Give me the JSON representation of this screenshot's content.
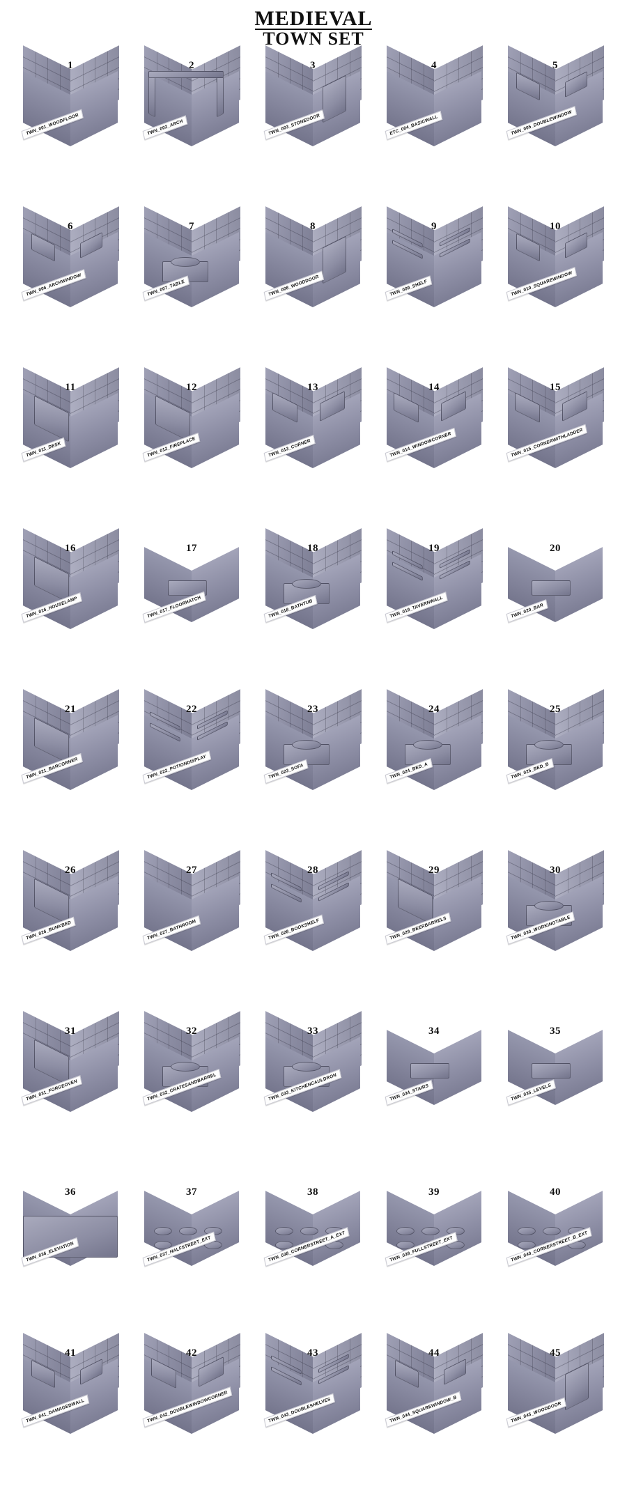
{
  "header": {
    "title_line1": "Medieval",
    "title_line2": "Town Set"
  },
  "theme": {
    "background": "#ffffff",
    "text": "#111111",
    "model_light": "#b3b4c6",
    "model_mid": "#8b8ca2",
    "model_dark": "#6d6e85",
    "label_bg": "#fdfdfd",
    "label_border": "#c9c9d2"
  },
  "catalog": {
    "columns": 5,
    "rows": 9,
    "total_items": 45,
    "items": [
      {
        "number": "1",
        "code": "TWN_001_WOODFLOOR",
        "kind": "floor"
      },
      {
        "number": "2",
        "code": "TWN_002_ARCH",
        "kind": "arch"
      },
      {
        "number": "3",
        "code": "TWN_003_STONEDOOR",
        "kind": "door"
      },
      {
        "number": "4",
        "code": "ETC_004_BASICWALL",
        "kind": "wall"
      },
      {
        "number": "5",
        "code": "TWN_005_DOUBLEWINDOW",
        "kind": "window"
      },
      {
        "number": "6",
        "code": "TWN_006_ARCHWINDOW",
        "kind": "window"
      },
      {
        "number": "7",
        "code": "TWN_007_TABLE",
        "kind": "prop-floor"
      },
      {
        "number": "8",
        "code": "TWN_008_WOODDOOR",
        "kind": "door"
      },
      {
        "number": "9",
        "code": "TWN_009_SHELF",
        "kind": "shelf"
      },
      {
        "number": "10",
        "code": "TWN_010_SQUAREWINDOW",
        "kind": "window"
      },
      {
        "number": "11",
        "code": "TWN_011_DESK",
        "kind": "prop-wall"
      },
      {
        "number": "12",
        "code": "TWN_012_FIREPLACE",
        "kind": "prop-wall"
      },
      {
        "number": "13",
        "code": "TWN_013_CORNER",
        "kind": "corner"
      },
      {
        "number": "14",
        "code": "TWN_014_WINDOWCORNER",
        "kind": "corner"
      },
      {
        "number": "15",
        "code": "TWN_015_CORNERWITHLADDER",
        "kind": "corner"
      },
      {
        "number": "16",
        "code": "TWN_016_HOUSELAMP",
        "kind": "prop-wall"
      },
      {
        "number": "17",
        "code": "TWN_017_FLOORHATCH",
        "kind": "flat"
      },
      {
        "number": "18",
        "code": "TWN_018_BATHTUB",
        "kind": "prop-floor"
      },
      {
        "number": "19",
        "code": "TWN_019_TAVERNWALL",
        "kind": "shelf"
      },
      {
        "number": "20",
        "code": "TWN_020_BAR",
        "kind": "flat"
      },
      {
        "number": "21",
        "code": "TWN_021_BARCORNER",
        "kind": "prop-wall"
      },
      {
        "number": "22",
        "code": "TWN_022_POTIONDISPLAY",
        "kind": "shelf"
      },
      {
        "number": "23",
        "code": "TWN_023_SOFA",
        "kind": "prop-floor"
      },
      {
        "number": "24",
        "code": "TWN_024_BED_A",
        "kind": "prop-floor"
      },
      {
        "number": "25",
        "code": "TWN_025_BED_B",
        "kind": "prop-floor"
      },
      {
        "number": "26",
        "code": "TWN_026_BUNKBED",
        "kind": "prop-wall"
      },
      {
        "number": "27",
        "code": "TWN_027_BATHROOM",
        "kind": "wall"
      },
      {
        "number": "28",
        "code": "TWN_028_BOOKSHELF",
        "kind": "shelf"
      },
      {
        "number": "29",
        "code": "TWN_029_BEERBARRELS",
        "kind": "prop-wall"
      },
      {
        "number": "30",
        "code": "TWN_030_WORKINGTABLE",
        "kind": "prop-floor"
      },
      {
        "number": "31",
        "code": "TWN_031_FORGEOVEN",
        "kind": "prop-wall"
      },
      {
        "number": "32",
        "code": "TWN_032_CRATESANDBARREL",
        "kind": "prop-floor"
      },
      {
        "number": "33",
        "code": "TWN_033_KITCHENCAULDRON",
        "kind": "prop-floor"
      },
      {
        "number": "34",
        "code": "TWN_034_STAIRS",
        "kind": "flat"
      },
      {
        "number": "35",
        "code": "TWN_035_LEVELS",
        "kind": "flat"
      },
      {
        "number": "36",
        "code": "TWN_036_ELEVATION",
        "kind": "elevation"
      },
      {
        "number": "37",
        "code": "TWN_037_HALFSTREET_EXT",
        "kind": "street"
      },
      {
        "number": "38",
        "code": "TWN_038_CORNERSTREET_A_EXT",
        "kind": "street"
      },
      {
        "number": "39",
        "code": "TWN_039_FULLSTREET_EXT",
        "kind": "street"
      },
      {
        "number": "40",
        "code": "TWN_040_CORNERSTREET_B_EXT",
        "kind": "street"
      },
      {
        "number": "41",
        "code": "TWN_041_DAMAGEDWALL",
        "kind": "window"
      },
      {
        "number": "42",
        "code": "TWN_042_DOUBLEWINDOWCORNER",
        "kind": "corner"
      },
      {
        "number": "43",
        "code": "TWN_043_DOUBLESHELVES",
        "kind": "shelf"
      },
      {
        "number": "44",
        "code": "TWN_044_SQUAREWINDOW_B",
        "kind": "window"
      },
      {
        "number": "45",
        "code": "TWN_045_WOODDOOR",
        "kind": "door"
      }
    ]
  }
}
